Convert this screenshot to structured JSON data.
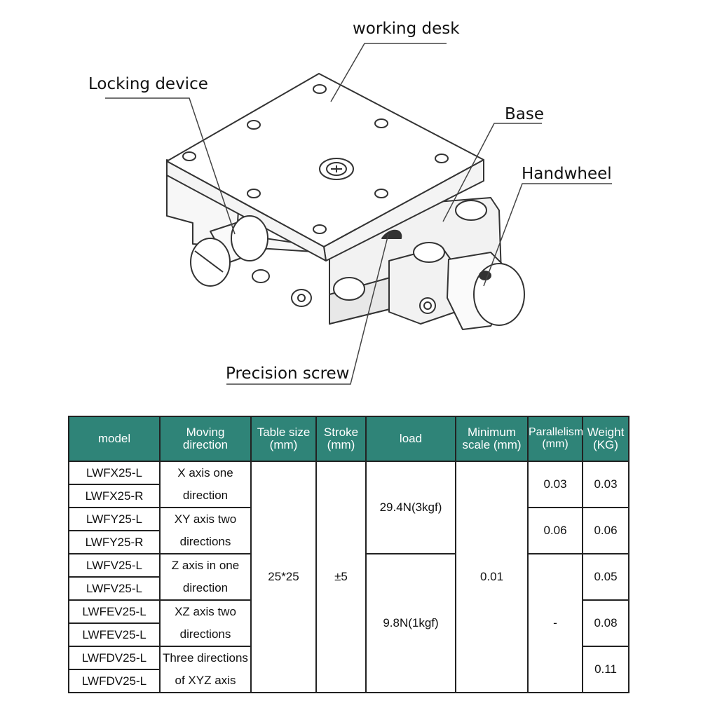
{
  "callouts": {
    "working_desk": "working desk",
    "locking_device": "Locking device",
    "base": "Base",
    "handwheel": "Handwheel",
    "precision_screw": "Precision screw"
  },
  "colors": {
    "header_bg": "#2f8478",
    "header_text": "#ffffff",
    "border": "#222222",
    "line_art": "#333333"
  },
  "table": {
    "headers": {
      "model": "model",
      "moving_direction": "Moving direction",
      "table_size": "Table size (mm)",
      "stroke": "Stroke (mm)",
      "load": "load",
      "minimum_scale": "Minimum scale (mm)",
      "parallelism": "Parallelism (mm)",
      "weight": "Weight (KG)"
    },
    "models": [
      "LWFX25-L",
      "LWFX25-R",
      "LWFY25-L",
      "LWFY25-R",
      "LWFV25-L",
      "LWFV25-L",
      "LWFEV25-L",
      "LWFEV25-L",
      "LWFDV25-L",
      "LWFDV25-L"
    ],
    "directions": [
      [
        "X axis one",
        "direction"
      ],
      [
        "XY axis two",
        "directions"
      ],
      [
        "Z axis in one",
        "direction"
      ],
      [
        "XZ axis two",
        "directions"
      ],
      [
        "Three directions",
        "of XYZ axis"
      ]
    ],
    "table_size": "25*25",
    "stroke": "±5",
    "loads": [
      "29.4N(3kgf)",
      "9.8N(1kgf)"
    ],
    "minimum_scale": "0.01",
    "parallelism": [
      "0.03",
      "0.06",
      "-"
    ],
    "weights": [
      "0.03",
      "0.06",
      "0.05",
      "0.08",
      "0.11"
    ]
  }
}
